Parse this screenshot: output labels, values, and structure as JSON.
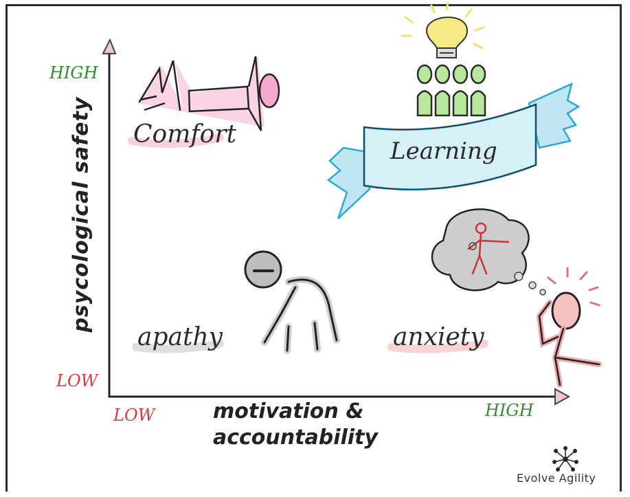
{
  "axes": {
    "y_label": "psycological safety",
    "x_label_line1": "motivation &",
    "x_label_line2": "accountability",
    "y_high": "HIGH",
    "y_low": "LOW",
    "x_low": "LOW",
    "x_high": "HIGH"
  },
  "quadrants": {
    "top_left": "Comfort",
    "top_right": "Learning",
    "bottom_left": "apathy",
    "bottom_right": "anxiety"
  },
  "brand": {
    "name": "Evolve Agility"
  },
  "colors": {
    "high": "#2e8b2e",
    "low": "#d83a3a",
    "comfort": "#f4b8d8",
    "learning": "#bfe6f2",
    "learning_edge": "#29a9d6",
    "people": "#8cd36a",
    "bulb": "#f6ea84",
    "apathy": "#bdbdbd",
    "anxiety": "#f0a8a8"
  }
}
